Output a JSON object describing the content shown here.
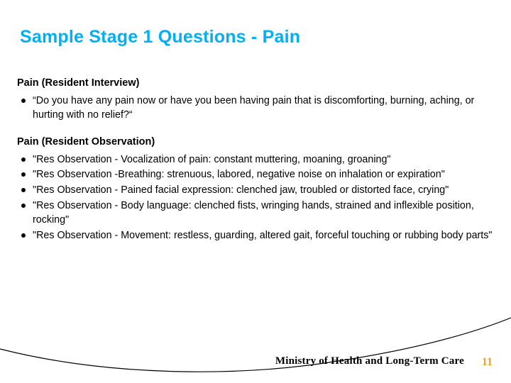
{
  "slide": {
    "title": "Sample Stage 1 Questions - Pain",
    "title_color": "#00B0F0",
    "sections": [
      {
        "heading": "Pain (Resident Interview)",
        "bullets": [
          "“Do you have any pain now or have you been having pain that is discomforting, burning, aching, or hurting with no relief?“"
        ]
      },
      {
        "heading": "Pain (Resident Observation)",
        "bullets": [
          "\"Res Observation - Vocalization of pain: constant muttering, moaning, groaning\"",
          "\"Res Observation -Breathing: strenuous, labored, negative noise on inhalation or expiration\"",
          "\"Res Observation - Pained facial expression: clenched jaw, troubled or distorted face, crying\"",
          "\"Res Observation - Body language: clenched fists, wringing hands, strained and inflexible position, rocking\"",
          "\"Res Observation - Movement: restless, guarding, altered gait, forceful touching or rubbing body parts\""
        ]
      }
    ],
    "footer": {
      "organization": "Ministry of Health and Long-Term Care",
      "page_number": "11",
      "page_number_color": "#f0a030"
    }
  }
}
